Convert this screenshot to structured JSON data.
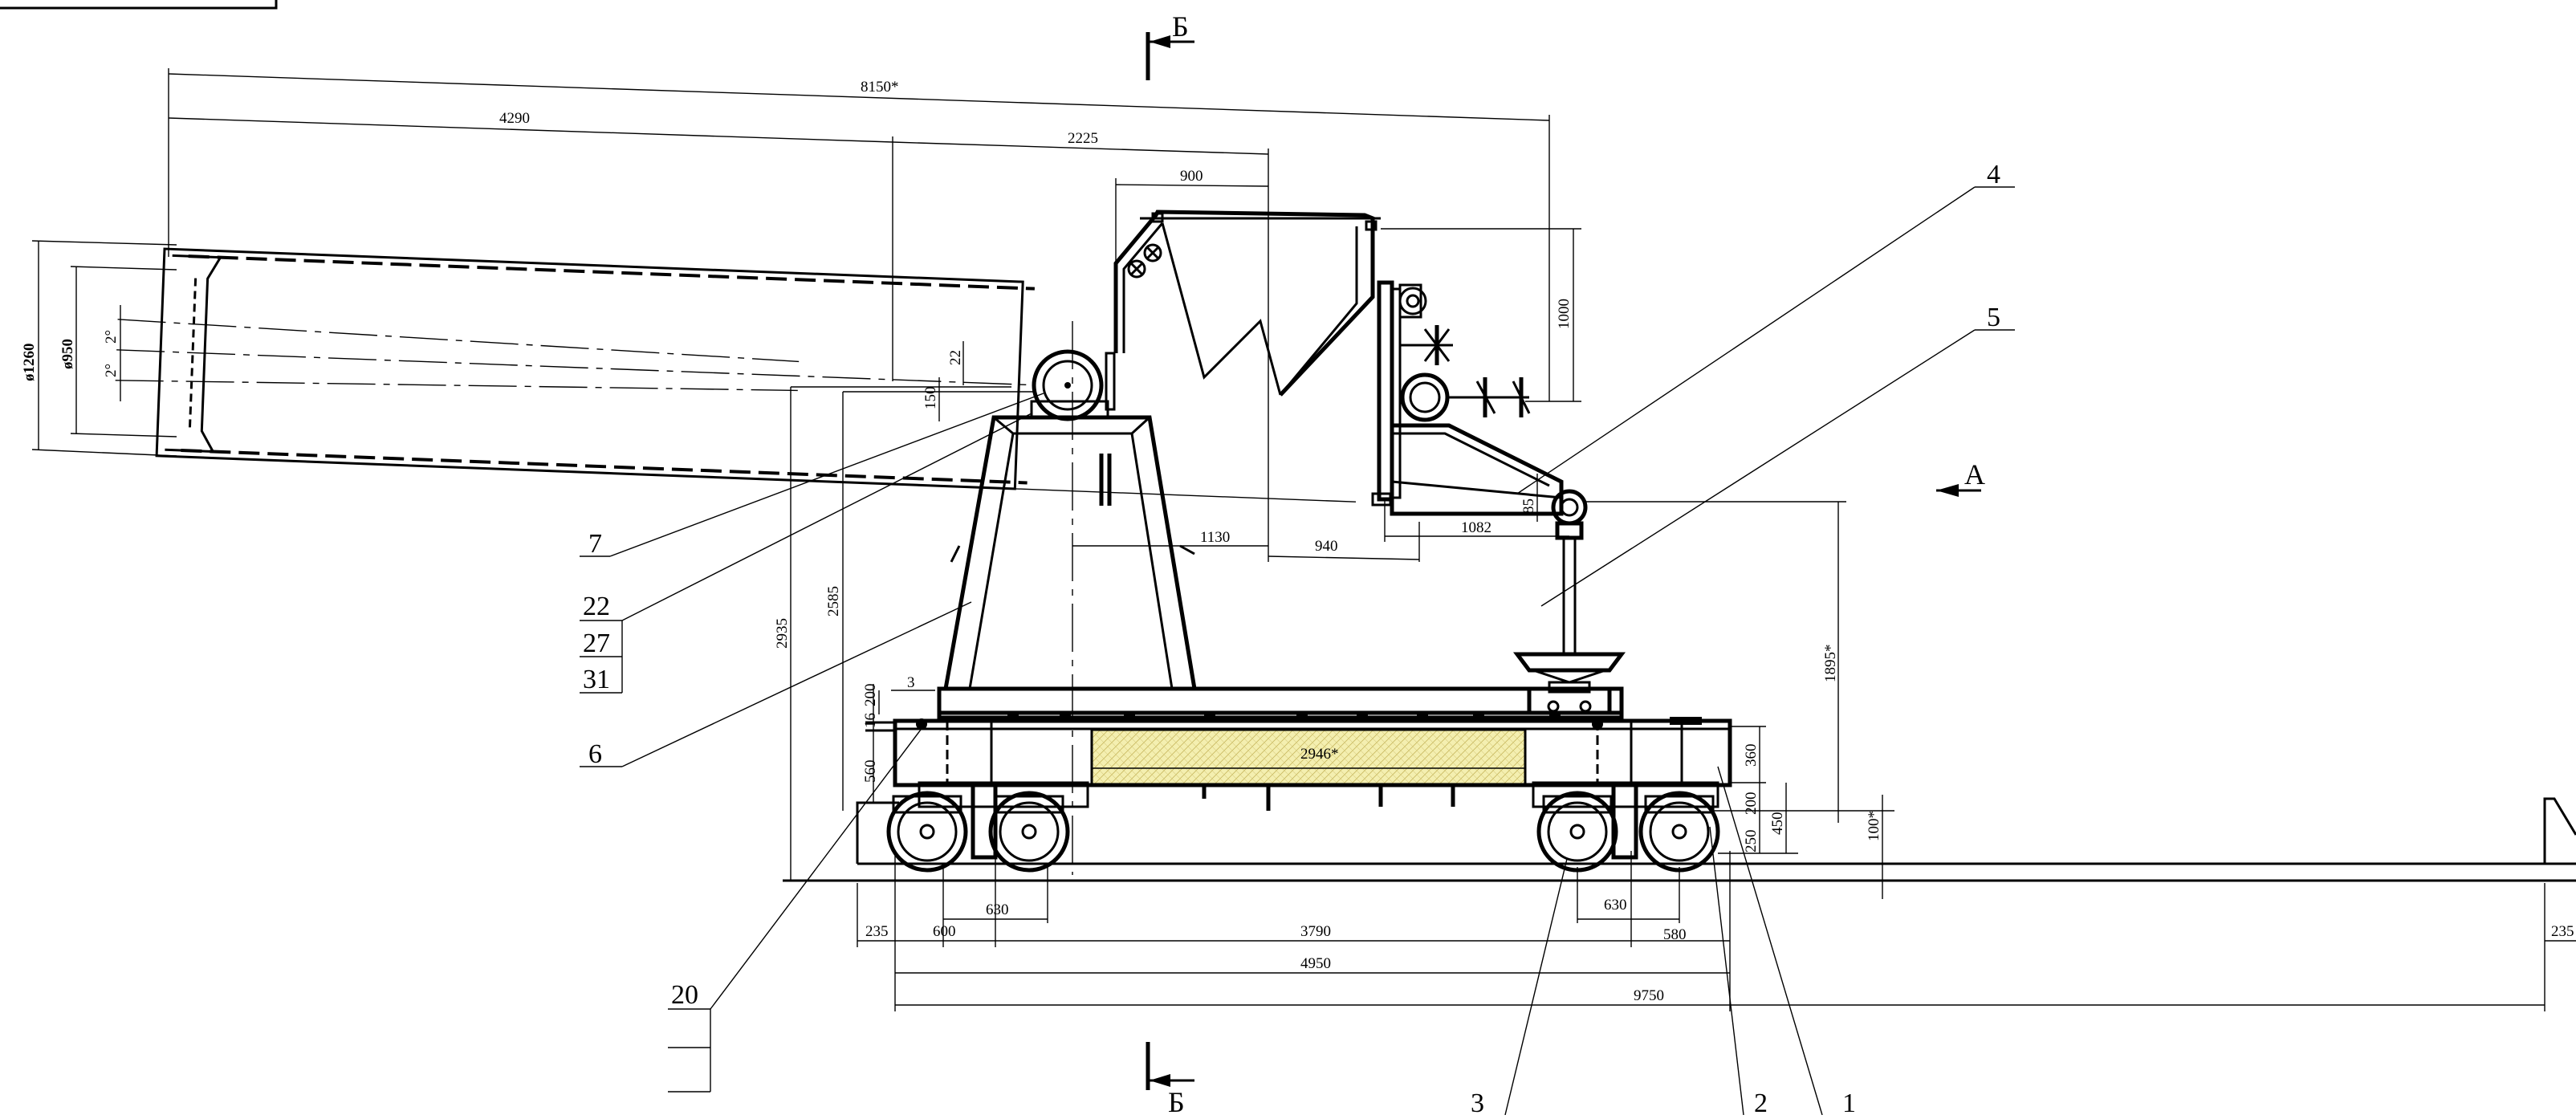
{
  "drawing": {
    "section_marks": {
      "top": "Б",
      "bottom": "Б",
      "view": "A"
    },
    "dimensions": {
      "total_reach": "8150*",
      "to_pivot": "4290",
      "pivot_to_hopper": "2225",
      "hopper_width": "900",
      "hopper_height": "1000",
      "cone_diameter": "ø1260",
      "inner_diameter": "ø950",
      "angle_top": "2°",
      "angle_bottom": "2°",
      "dim_22": "22",
      "dim_150": "150",
      "height_2935": "2935",
      "height_2585": "2585",
      "dim_1130": "1130",
      "dim_940": "940",
      "dim_1082": "1082",
      "dim_85": "85",
      "height_1895": "1895*",
      "dim_3": "3",
      "dim_16": "16",
      "dim_200_top": "200",
      "dim_560": "560",
      "ballast_len": "2946*",
      "dim_360": "360",
      "dim_200": "200",
      "dim_450": "450",
      "dim_250": "250",
      "dim_100": "100*",
      "dim_235_left": "235",
      "dim_600": "600",
      "dim_630_left": "630",
      "wheelbase": "3790",
      "dim_630_right": "630",
      "dim_580": "580",
      "frame_length": "4950",
      "overall_length": "9750",
      "dim_235_right": "235"
    },
    "callouts": [
      "4",
      "5",
      "7",
      "22",
      "27",
      "31",
      "6",
      "20",
      "3",
      "2",
      "1"
    ],
    "colors": {
      "line": "#000000",
      "ballast_fill": "#f4efb0"
    }
  }
}
